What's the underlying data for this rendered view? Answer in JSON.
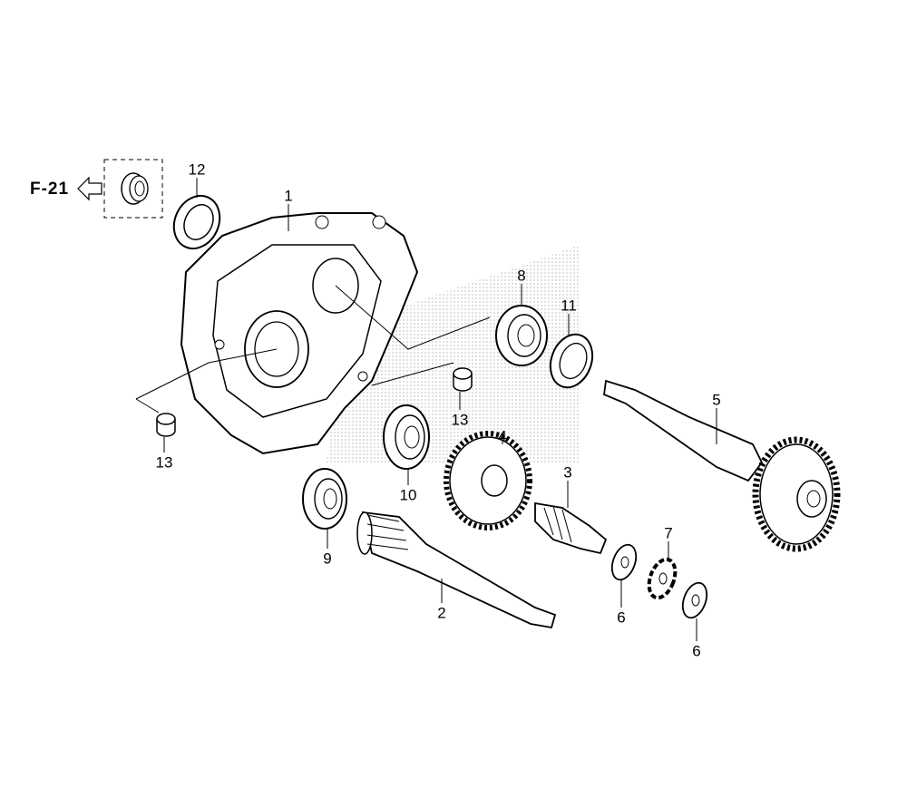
{
  "diagram": {
    "reference": "F-21",
    "callouts": {
      "c1": "1",
      "c2": "2",
      "c3": "3",
      "c4": "4",
      "c5": "5",
      "c6a": "6",
      "c6b": "6",
      "c7": "7",
      "c8": "8",
      "c9": "9",
      "c10": "10",
      "c11": "11",
      "c12": "12",
      "c13a": "13",
      "c13b": "13"
    }
  }
}
